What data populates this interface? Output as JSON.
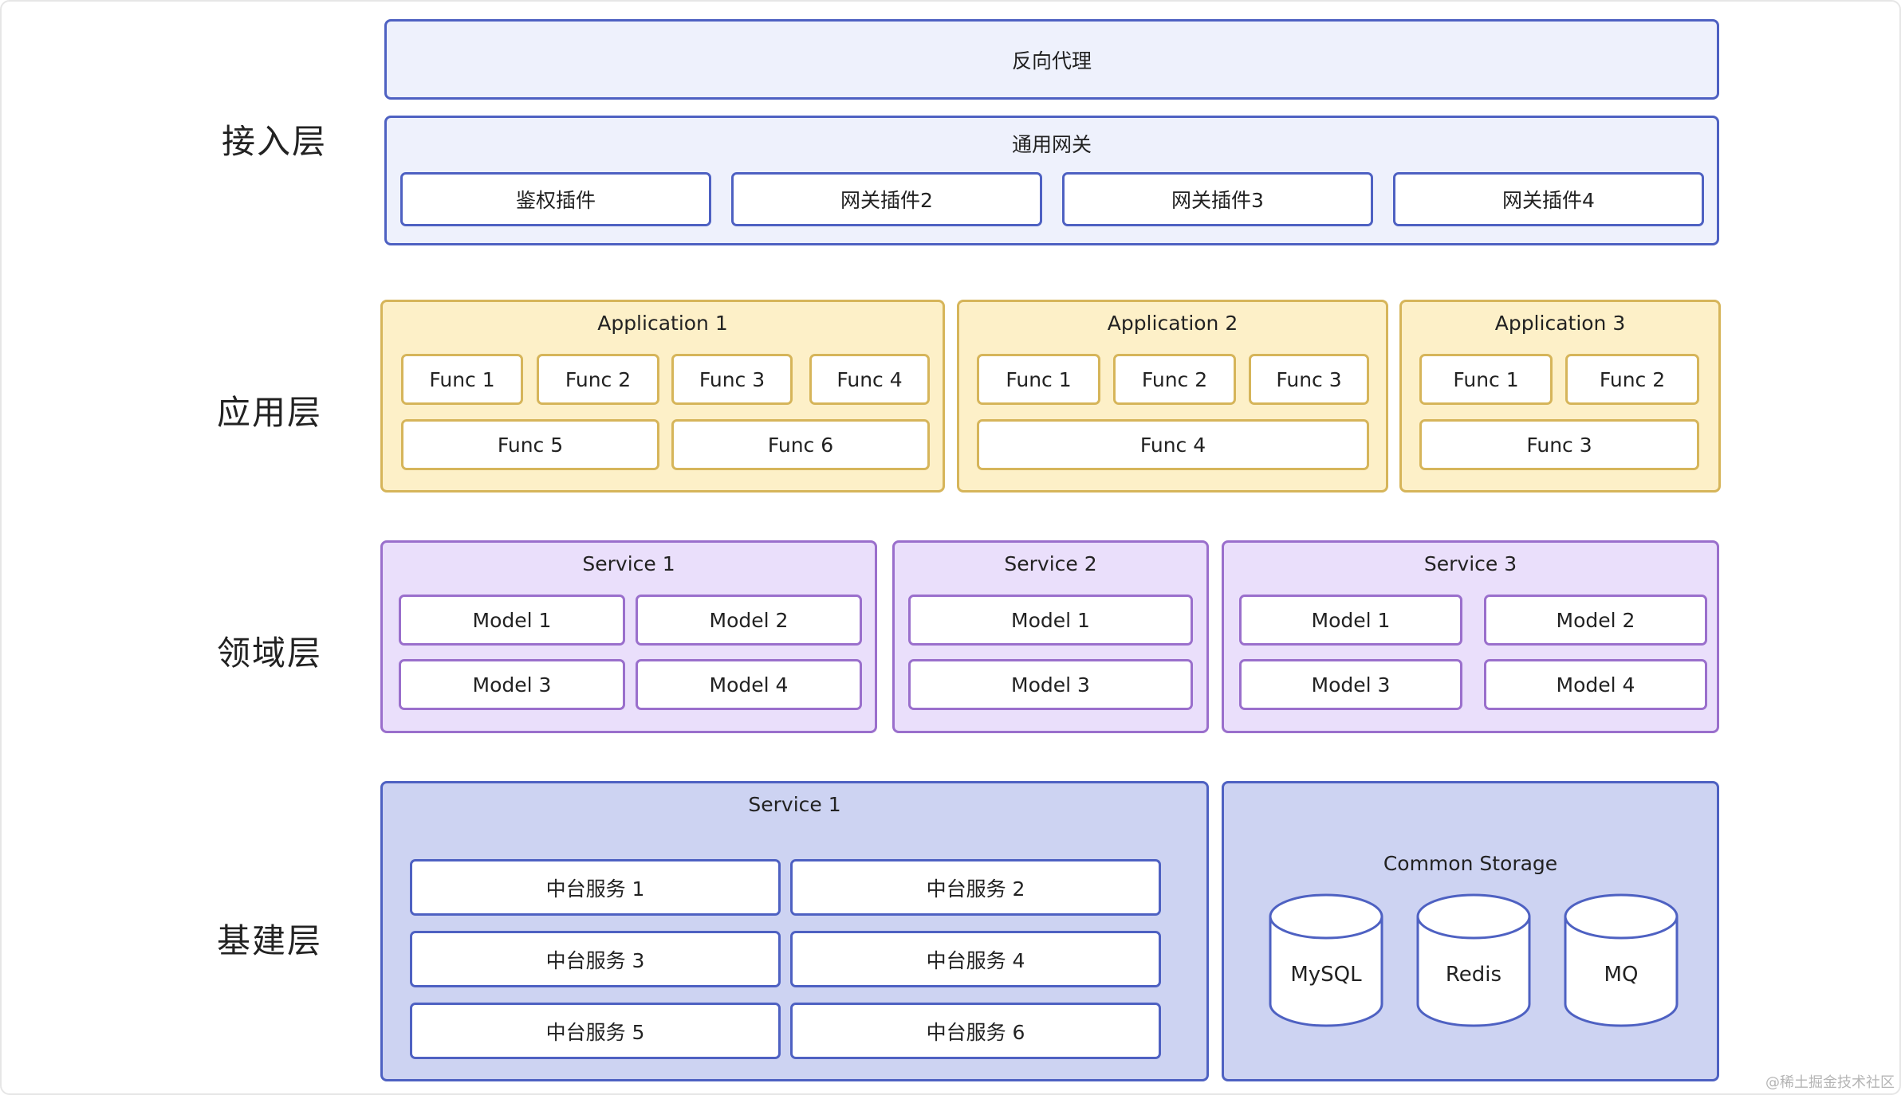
{
  "layers": {
    "access": "接入层",
    "application": "应用层",
    "domain": "领域层",
    "infra": "基建层"
  },
  "access": {
    "reverse_proxy": "反向代理",
    "gateway": {
      "title": "通用网关",
      "plugins": [
        "鉴权插件",
        "网关插件2",
        "网关插件3",
        "网关插件4"
      ]
    }
  },
  "applications": [
    {
      "title": "Application 1",
      "funcs": [
        "Func 1",
        "Func 2",
        "Func 3",
        "Func 4",
        "Func 5",
        "Func 6"
      ]
    },
    {
      "title": "Application 2",
      "funcs": [
        "Func 1",
        "Func 2",
        "Func 3",
        "Func 4"
      ]
    },
    {
      "title": "Application 3",
      "funcs": [
        "Func 1",
        "Func 2",
        "Func 3"
      ]
    }
  ],
  "services": [
    {
      "title": "Service 1",
      "models": [
        "Model 1",
        "Model 2",
        "Model 3",
        "Model 4"
      ]
    },
    {
      "title": "Service 2",
      "models": [
        "Model 1",
        "Model 3"
      ]
    },
    {
      "title": "Service 3",
      "models": [
        "Model 1",
        "Model 2",
        "Model 3",
        "Model 4"
      ]
    }
  ],
  "infra": {
    "service": {
      "title": "Service 1",
      "items": [
        "中台服务 1",
        "中台服务 2",
        "中台服务 3",
        "中台服务 4",
        "中台服务 5",
        "中台服务 6"
      ]
    },
    "storage": {
      "title": "Common Storage",
      "items": [
        "MySQL",
        "Redis",
        "MQ"
      ]
    }
  },
  "watermark": "@稀土掘金技术社区",
  "colors": {
    "access_fill": "#eef1fc",
    "access_border": "#4e61c2",
    "app_fill": "#fdf0c8",
    "app_border": "#d6b55a",
    "domain_fill": "#eadffb",
    "domain_border": "#9a6fcc",
    "infra_fill": "#cdd3f2",
    "infra_border": "#4e61c2"
  }
}
